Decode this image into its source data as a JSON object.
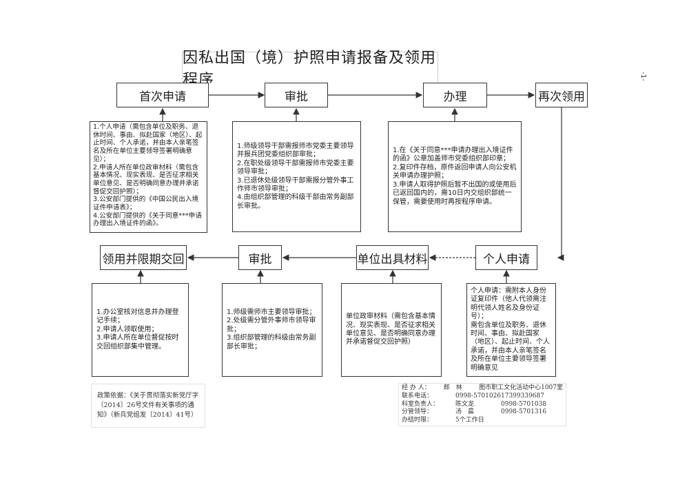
{
  "title": "因私出国（境）护照申请报备及领用程序",
  "page_number": "-1-",
  "top_row": [
    {
      "label": "首次申请"
    },
    {
      "label": "审批"
    },
    {
      "label": "办理"
    },
    {
      "label": "再次领用"
    }
  ],
  "bottom_row": [
    {
      "label": "领用并限期交回"
    },
    {
      "label": "审批"
    },
    {
      "label": "单位出具材料"
    },
    {
      "label": "个人申请"
    }
  ],
  "top_notes": [
    "1.个人申请（需包含单位及职务、退休时间、事由、拟赴国家（地区）、起止时间、个人承诺，并由本人亲笔签名及所在单位主要领导签署明确意见）；\n2.申请人所在单位政审材料（需包含基本情况、现实表现、是否征求相关单位意见、是否明确同意办理并承诺督促交回护照）；\n3.公安部门提供的《中国公民出入境证件申请表》；\n4.公安部门提供的《关于同意***申请办理出入境证件的函》。",
    "1.师级领导干部需报师市党委主要领导并报兵团党委组织部审批；\n2.在职处级领导干部需报师市党委主要领导审批；\n3.已退休处级领导干部需报分管外事工作师市领导审批；\n4.由组织部管理的科级干部由常务副部长审批。",
    "1.在《关于同意***申请办理出入境证件的函》公章加盖师市党委组织部印章；\n2.复印件存档，原件返回申请人向公安机关申请办理护照；\n3.申请人取得护照后暂不出国的或使用后已返回国内的，需10日内交组织部统一保管，需要使用时再按程序申请。"
  ],
  "bottom_notes": [
    "1.办公室核对信息并办理登记手续；\n2.申请人领取使用；\n3.申请人所在单位督促按时交回组织部集中管理。",
    "1.师级需师市主要领导审批；\n2.处级需分管外事师市领导审批；\n3.组织部管理的科级由常务副部长审批；",
    "单位政审材料（需包含基本情况、现实表现、是否征求相关单位意见、是否明确同意办理并承诺督促交回护照）",
    "个人申请：需附本人身份证复印件（他人代领需注明代领人姓名及身份证号）；\n需包含单位及职务、退休时间、事由、拟赴国家（地区）、起止时间、个人承诺，并由本人亲笔签名及所在单位主要领导签署明确意见"
  ],
  "policy": "政策依据：《关于贯彻落实新党厅字〔2014〕26号文件有关事项的通知》（新兵党组发〔2014〕41号）",
  "contact": [
    {
      "key": "经 办 人：",
      "name": "郎　林",
      "info": "图市职工文化活动中心1007室"
    },
    {
      "key": "联系电话：",
      "name": "0998-5701026",
      "info": "17399339687"
    },
    {
      "key": "科室负责人：",
      "name": "陈文龙",
      "info": "0998-5701038"
    },
    {
      "key": "分管领导：",
      "name": "汤　晨",
      "info": "0998-5701316"
    },
    {
      "key": "办结时限：",
      "name": "5个工作日",
      "info": ""
    }
  ]
}
